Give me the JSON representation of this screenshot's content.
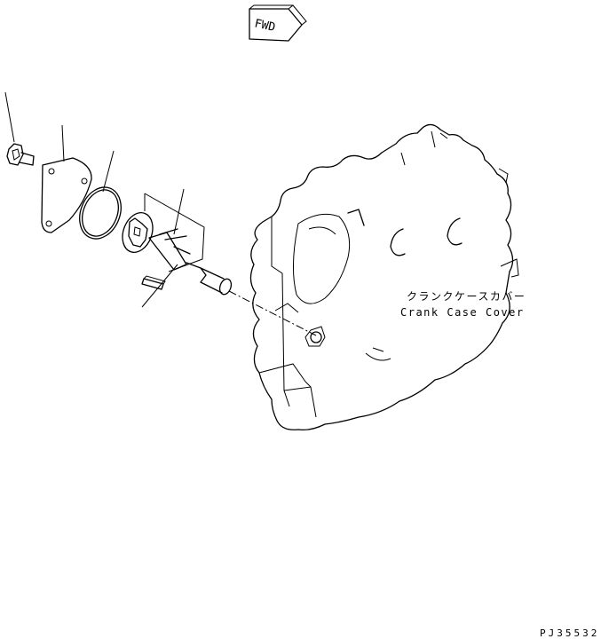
{
  "fwd_label": "FWD",
  "label_jp": "クランクケースカバー",
  "label_en": "Crank Case Cover",
  "drawing_code": "PJ35532"
}
